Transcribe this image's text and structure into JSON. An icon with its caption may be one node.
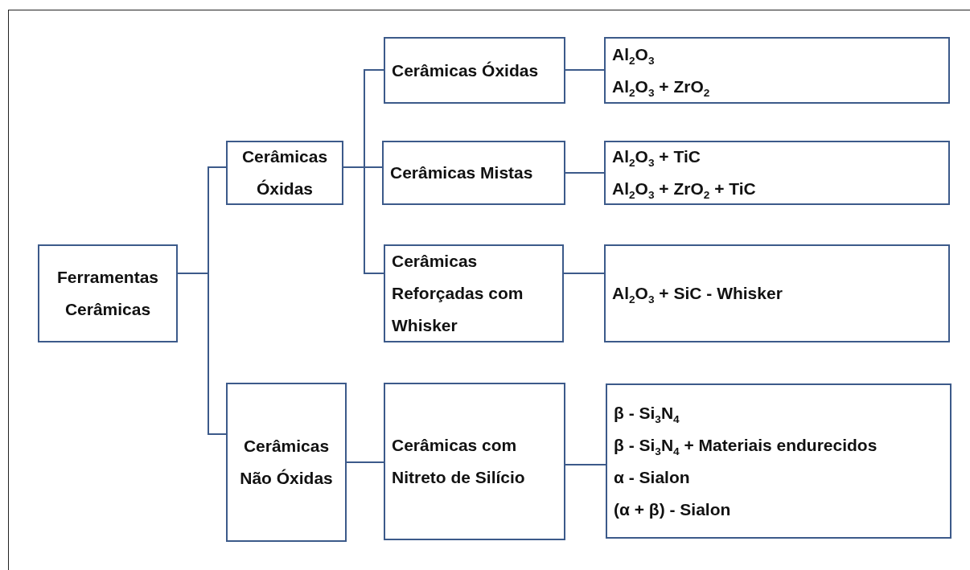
{
  "diagram": {
    "nodes": [
      {
        "text": [
          "Ferramentas Cerâmicas"
        ]
      },
      {
        "text": [
          "Cerâmicas Óxidas"
        ]
      },
      {
        "text": [
          "Cerâmicas Não Óxidas"
        ]
      },
      {
        "text": [
          "Cerâmicas Óxidas"
        ]
      },
      {
        "text": [
          "Cerâmicas Mistas"
        ]
      },
      {
        "text": [
          "Cerâmicas Reforçadas com Whisker"
        ]
      },
      {
        "text": [
          "Al$_{2}$O$_{3}$",
          "Al$_{2}$O$_{3}$ + ZrO$_{2}$"
        ]
      },
      {
        "text": [
          "Al$_{2}$O$_{3}$ + TiC",
          "Al$_{2}$O$_{3}$ + ZrO$_{2}$ + TiC"
        ]
      },
      {
        "text": [
          "Al$_{2}$O$_{3}$ + SiC - Whisker"
        ]
      },
      {
        "text": [
          "Cerâmicas com Nitreto de Silício"
        ]
      },
      {
        "text": [
          "β - Si$_{3}$N$_{4}$",
          "β - Si$_{3}$N$_{4}$ + Materiais endurecidos",
          "α - Sialon",
          "(α + β) - Sialon"
        ]
      }
    ],
    "edges": [
      {
        "from": 0,
        "to": 1,
        "arrow": "none"
      },
      {
        "from": 0,
        "to": 2,
        "arrow": "none"
      },
      {
        "from": 1,
        "to": 3,
        "arrow": "none"
      },
      {
        "from": 1,
        "to": 4,
        "arrow": "none"
      },
      {
        "from": 1,
        "to": 5,
        "arrow": "none"
      },
      {
        "from": 3,
        "to": 6,
        "arrow": "none"
      },
      {
        "from": 4,
        "to": 7,
        "arrow": "none"
      },
      {
        "from": 5,
        "to": 8,
        "arrow": "none"
      },
      {
        "from": 2,
        "to": 9,
        "arrow": "none"
      },
      {
        "from": 9,
        "to": 10,
        "arrow": "none"
      }
    ]
  }
}
